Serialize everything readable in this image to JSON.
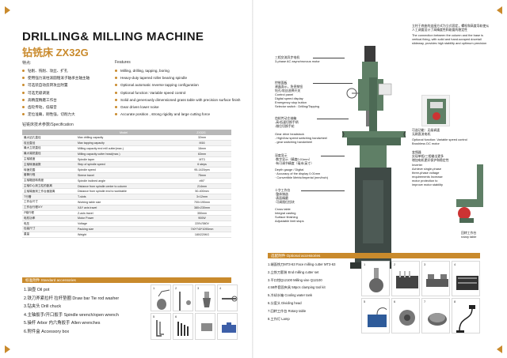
{
  "left": {
    "title_en": "DRILLING& MILLING MACHINE",
    "title_cn": "钻铣床 ZX32G",
    "features_cn_head": "特点:",
    "features_en_head": "Features",
    "features_cn": [
      "钻削、铣削、攻丝、扩孔",
      "使用强力滚柱滚圆锥滚子轴承主轴主轴",
      "可选装自动反转攻丝附置",
      "可选无级调速",
      "高精度精磨工作台",
      "齿轮传动，低噪音",
      "定位准确，刚性强，切削力大"
    ],
    "features_en": [
      "Milling, drilling, tapping, boring",
      "Heavy-duty tapered roller bearing spindle",
      "Optional automatic reverse tapping configuration",
      "Optional function: Variable speed control",
      "Solid and generously dimensioned grass table with precision surface finish",
      "Gear driven lower noise",
      "Accurate position , strong rigidity and large cutting force"
    ],
    "spec_head": "钻铣床技术参数/Specification",
    "spec_columns": [
      "",
      "Model",
      "ZX32G"
    ],
    "spec_rows": [
      [
        "最大钻孔直径",
        "Max drilling capacity",
        "32mm"
      ],
      [
        "攻丝直径",
        "Max tapping capacity",
        "M16"
      ],
      [
        "最大立铣直径",
        "Milling capacity end mill cutter(max.)",
        "16mm"
      ],
      [
        "最大端铣直径",
        "Milling capacity cutter head(max.)",
        "63mm"
      ],
      [
        "主轴锥度",
        "Spindle taper",
        "MT3"
      ],
      [
        "主轴转速级数",
        "Step of spindle speed",
        "6 steps"
      ],
      [
        "转速范围",
        "Spindle speed",
        "95-1420rpm"
      ],
      [
        "套筒行程",
        "Sleeve travel",
        "75mm"
      ],
      [
        "主轴箱回转角度",
        "Spindle inclined angle",
        "±90°"
      ],
      [
        "主轴中心到立柱的距离",
        "Distance from spindle center to column",
        "214mm"
      ],
      [
        "主轴端面到工作台面距离",
        "Distance from spindle end to worktable",
        "50-400mm"
      ],
      [
        "T行槽",
        "T-slots",
        "3×12mm"
      ],
      [
        "工作台尺寸",
        "Working table size",
        "700×190mm"
      ],
      [
        "工作台行程X/Y",
        "X&Y axis travel",
        "380×230mm"
      ],
      [
        "Z轴行程",
        "Z-axis travel",
        "350mm"
      ],
      [
        "电机功率",
        "Motor Power",
        "900W"
      ],
      [
        "电压",
        "Voltage",
        "220V/380V"
      ],
      [
        "包装尺寸",
        "Packing size",
        "740*740*1090mm"
      ],
      [
        "重量",
        "Weight",
        "180/220KG"
      ]
    ],
    "std_bar": "标准附件 Standard accessories",
    "std_accessories": [
      "1.油壶   Oil pot",
      "2.铁刀斧紧拉杆 拉杆垫圈  Draw bar Tie rod washer",
      "3.钻夹头  Drill chuck",
      "4.主轴扳手/开口扳手  Spindle wrench/open wrench",
      "5.操杆 Arbor  内六角扳手  Allen wrenches",
      "6.附件盒   Accessory box"
    ],
    "std_photo_numbers": [
      "1",
      "2",
      "3",
      "4",
      "5",
      "6",
      "",
      ""
    ]
  },
  "right": {
    "annotations_left": [
      "三相交流异步电机\n3-phase AC asynchronous motor",
      "控制面板\n液晶面示，急停按钮\n钻孔/攻丝选择开关\nControl panel\nDigital speed display\nEmergency stop button\nSelector switch : Drilling/Tapping",
      "齿轮传动主轴箱\n-高/低速切换手柄\n-微位切换手轮",
      "Gear drive headstock\n- High/low speed switching handwheel\n- gear switching handwheel",
      "深度显示\n·数字显示（精度0.01mm）\n·有可调节精度（毫米/英寸）",
      "Depth gauge / Digital\n· Accuracy of the display 0.01mm\n· Convertible Metric/Imperial (mm/inch)",
      "十字工作台\n·整体铸造\n·表面精磨\n·可调限位挡块",
      "Cross table\nIntegral casting\nSurface finishing\nAdjustable limit stops"
    ],
    "annotations_right": [
      "立柱于底座的连接方式为立式固定，螺栓和高度导轨使从人工调度设计了高精度性和刚度的稳定性",
      "The connection between the column and the base is vertical fixing, with solid and hand-scraped dovetail slideway, provides high stability and optimum precision",
      "可选功能：无级调速\n无刷直流电机",
      "Optional function: Variable speed control\nBrushless DC motor",
      "变频器\n实现单相/三相输出更多\n增加电机更好保护和稳定性",
      "Inverter\nAchieve single-phase\nthree-phase voltage\nrequirements Increase\nmotor protection to\nimprove motor stability",
      "回转工作台\nrotary table"
    ],
    "opt_bar": "选配附件 Optional accessories",
    "opt_accessories": [
      "1.端面铣刀MT3-63   Face milling cutter MT3-63",
      "2.立铣刀套装      End milling cutter set",
      "3.平口钳Q12100    Milling vise Q12100",
      "4.58件套固夹具    58pcs clamping tool kit",
      "5.冷却水箱        Cooling water tank",
      "6.分度头          Dividing head",
      "7.回转工作台      Rotary table",
      "8.工作灯          Lamp"
    ],
    "opt_photo_numbers": [
      "1",
      "2",
      "3",
      "4",
      "5",
      "6",
      "7",
      "8"
    ]
  },
  "colors": {
    "accent": "#c98a2c",
    "machine_green": "#5f7f66",
    "machine_dark": "#404a45",
    "header_gray": "#b8b8b8"
  }
}
